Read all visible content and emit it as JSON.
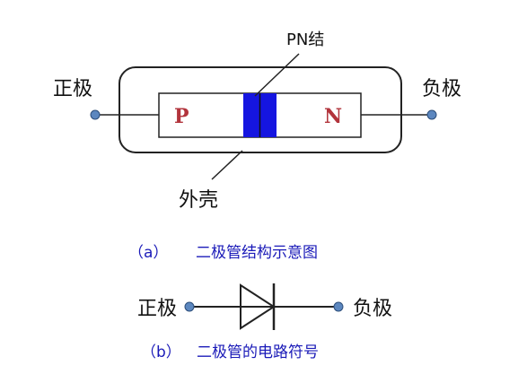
{
  "diagram_a": {
    "pn_junction_label": "PN结",
    "anode_label": "正极",
    "cathode_label": "负极",
    "p_label": "P",
    "n_label": "N",
    "shell_label": "外壳",
    "caption_index": "（a）",
    "caption_text": "二极管结构示意图"
  },
  "diagram_b": {
    "anode_label": "正极",
    "cathode_label": "负极",
    "caption_index": "（b）",
    "caption_text": "二极管的电路符号"
  },
  "colors": {
    "caption": "#1a1ab8",
    "pn_letter": "#b2343c",
    "junction_fill": "#1515e0",
    "terminal_dot": "#5c87bf",
    "line": "#222222"
  }
}
